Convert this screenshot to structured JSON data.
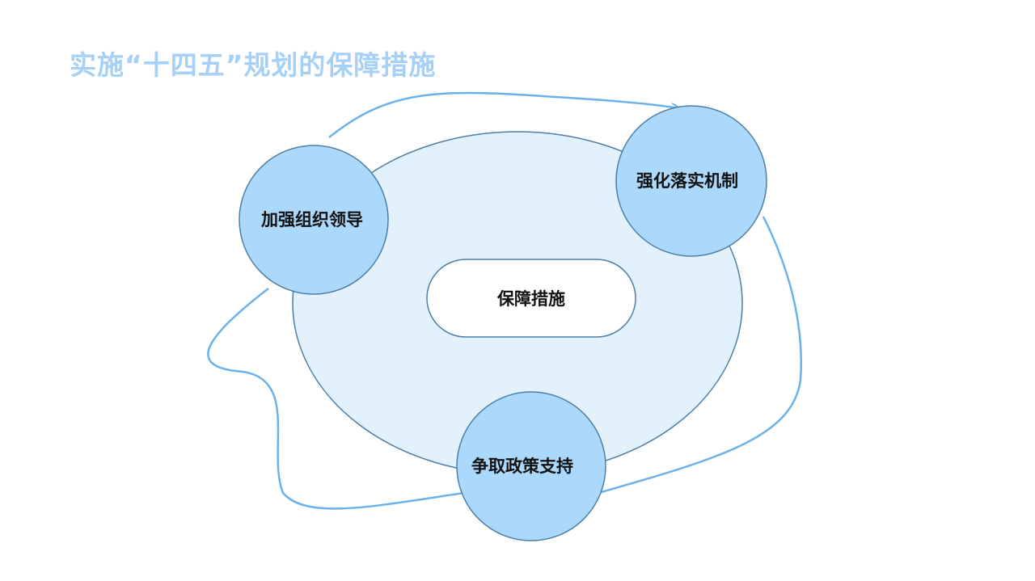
{
  "title": "实施“十四五”规划的保障措施",
  "diagram": {
    "center_label": "保障措施",
    "nodes": [
      {
        "id": "leadership",
        "label": "加强组织领导"
      },
      {
        "id": "mechanism",
        "label": "强化落实机制"
      },
      {
        "id": "policy",
        "label": "争取政策支持"
      }
    ]
  },
  "colors": {
    "title": "#a6d0f5",
    "ellipse_fill": "#e3f1fd",
    "ellipse_stroke": "#4f7ea6",
    "node_fill": "#acd9fb",
    "node_stroke": "#4f7ea6",
    "connector": "#6cb2ea",
    "center_fill": "#ffffff"
  }
}
